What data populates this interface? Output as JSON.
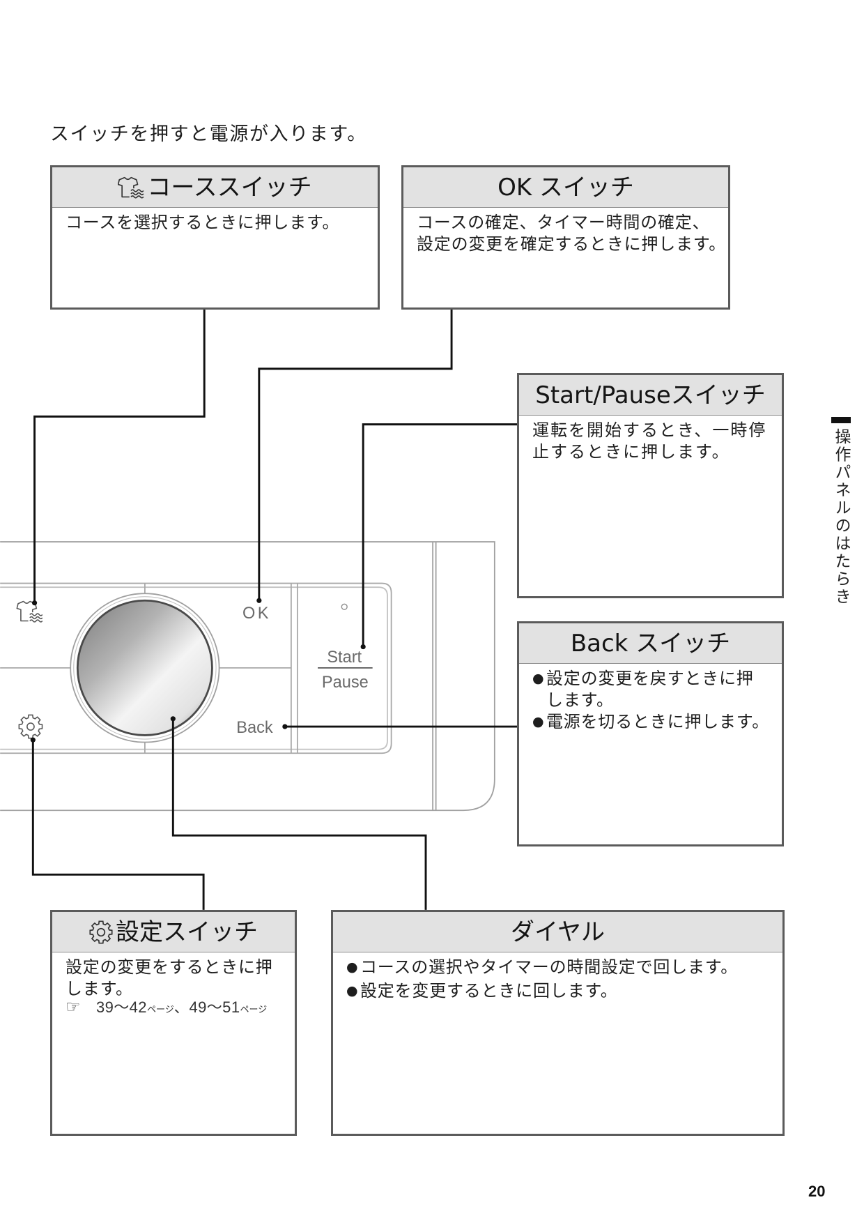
{
  "page": {
    "intro": "スイッチを押すと電源が入ります。",
    "side_tab": "操作パネルのはたらき",
    "page_number": "20"
  },
  "bullet": "●",
  "boxes": {
    "course": {
      "icon": "tshirt-icon",
      "title": "コーススイッチ",
      "lines": [
        "コースを選択するときに押します。"
      ]
    },
    "ok": {
      "title": "OK スイッチ",
      "lines": [
        "コースの確定、タイマー時間の確定、",
        "設定の変更を確定するときに押します。"
      ]
    },
    "start_pause": {
      "title": "Start/Pauseスイッチ",
      "lines": [
        "運転を開始するとき、一時停",
        "止するときに押します。"
      ]
    },
    "back": {
      "title": "Back スイッチ",
      "items": [
        {
          "lines": [
            "設定の変更を戻すときに押",
            "します。"
          ]
        },
        {
          "lines": [
            "電源を切るときに押します。"
          ]
        }
      ]
    },
    "settings": {
      "icon": "gear-icon",
      "title": "設定スイッチ",
      "lines": [
        "設定の変更をするときに押",
        "します。"
      ],
      "reference": {
        "icon": "pointing-hand-icon",
        "range_1": "39〜42",
        "unit_1": "ページ",
        "separator": "、",
        "range_2": "49〜51",
        "unit_2": "ページ"
      }
    },
    "dial": {
      "title": "ダイヤル",
      "items": [
        {
          "lines": [
            "コースの選択やタイマーの時間設定で回します。"
          ]
        },
        {
          "lines": [
            "設定を変更するときに回します。"
          ]
        }
      ]
    }
  },
  "panel": {
    "course_icon": "tshirt-icon",
    "settings_icon": "gear-icon",
    "ok_label": "OK",
    "start_label": "Start",
    "pause_label": "Pause",
    "back_label": "Back"
  },
  "colors": {
    "header_bg": "#e2e2e2",
    "box_border": "#5b5b5b",
    "text": "#1e1e1e",
    "connector": "#111111",
    "panel_outline": "#a0a0a0"
  }
}
